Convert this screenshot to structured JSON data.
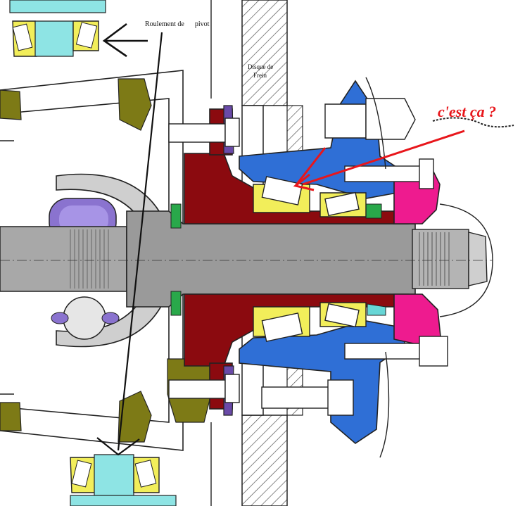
{
  "labels": {
    "pivot_bearing": "Roulement de      pivot",
    "brake_disc_line1": "Disque de",
    "brake_disc_line2": "Frein",
    "question": "c'est ça ?"
  },
  "colors": {
    "hub_red": "#8b0a0f",
    "knuckle_blue": "#2f6fd6",
    "bearing_yellow": "#f2ee5a",
    "flange_magenta": "#ee1b8f",
    "bearing_cyan": "#8ee4e4",
    "shaft_gray": "#9a9a9a",
    "olive": "#7d7a16",
    "purple": "#7a55b8",
    "green": "#29a84a",
    "red_annotation": "#e8161b"
  }
}
